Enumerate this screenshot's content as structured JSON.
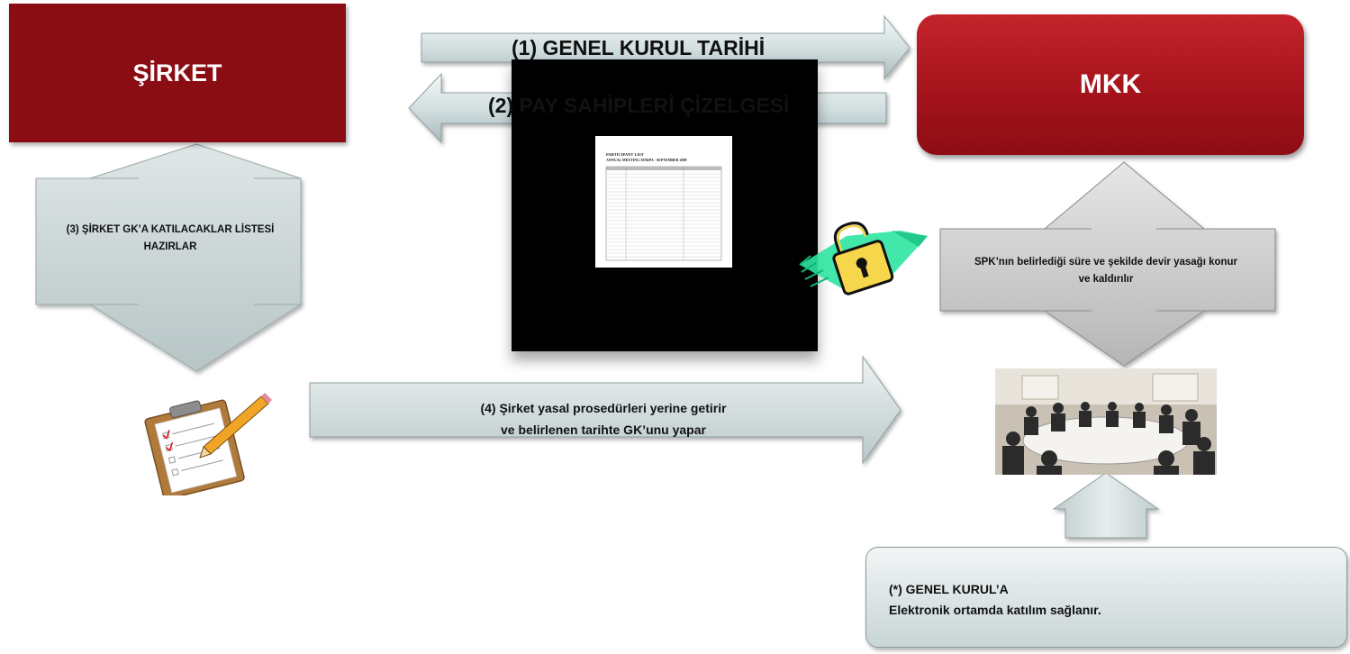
{
  "sirket": {
    "label": "ŞİRKET"
  },
  "mkk": {
    "label": "MKK"
  },
  "arrows": {
    "step1": "(1) GENEL KURUL TARİHİ",
    "step2": "(2) PAY SAHİPLERİ ÇİZELGESİ",
    "step3_line1": "(3) ŞİRKET GK’A KATILACAKLAR LİSTESİ",
    "step3_line2": "HAZIRLAR",
    "step4_line1": "(4) Şirket yasal prosedürleri yerine getirir",
    "step4_line2": "ve belirlenen tarihte GK’unu yapar",
    "spk_line1": "SPK’nın belirlediği süre ve şekilde devir yasağı konur",
    "spk_line2": "ve kaldırılır"
  },
  "note": {
    "line1": "(*)  GENEL KURUL’A",
    "line2": "Elektronik ortamda katılım sağlanır."
  },
  "document": {
    "title": "PARTICIPANT LIST",
    "subtitle": "ANNUAL MEETING AVRIPA - SEPTEMBER 2008"
  },
  "icons": [
    "padlock-icon",
    "clipboard-checklist-icon",
    "pencil-icon"
  ],
  "colors": {
    "primary_red": "#8b0d14",
    "arrow_fill": "#d8e2e3",
    "arrow_gray": "#cfcfcf",
    "lock_green": "#2ee6a0"
  }
}
